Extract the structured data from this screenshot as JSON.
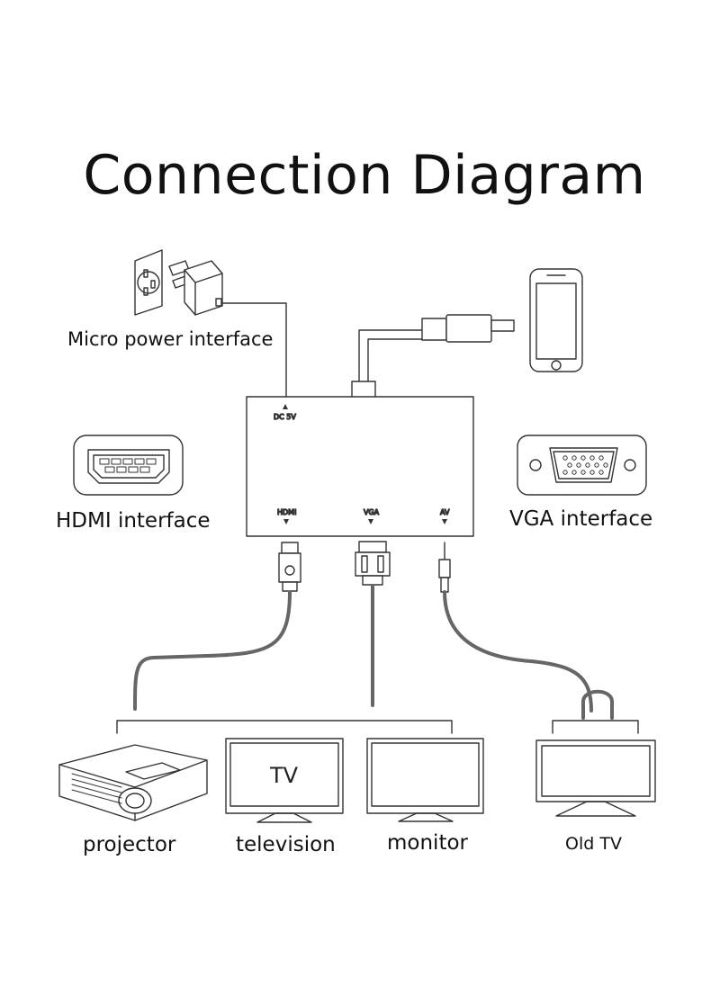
{
  "title": "Connection Diagram",
  "labels": {
    "micro_power": "Micro power interface",
    "hdmi": "HDMI interface",
    "vga": "VGA interface",
    "projector": "projector",
    "television": "television",
    "monitor": "monitor",
    "old_tv": "Old TV"
  },
  "ports": {
    "dc": "DC 5V",
    "hdmi": "HDMI",
    "vga": "VGA",
    "av": "AV"
  },
  "tv_screen_text": "TV"
}
